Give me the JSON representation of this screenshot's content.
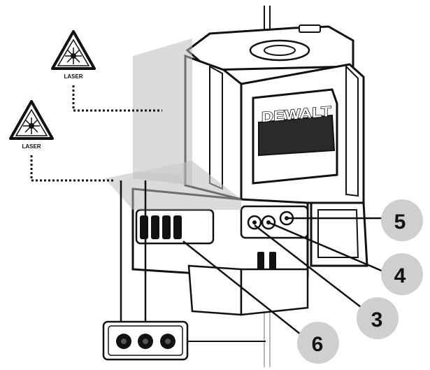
{
  "warnings": [
    {
      "label": "LASER"
    },
    {
      "label": "LASER"
    }
  ],
  "brand": "DEWALT",
  "callouts": [
    "5",
    "4",
    "3",
    "6"
  ],
  "colors": {
    "ink": "#1a1a1a",
    "body": "#ffffff",
    "dark_panel": "#2a2a2a",
    "laser_plane": "#bdbdbd",
    "callout_circle": "#cfcfcf"
  }
}
